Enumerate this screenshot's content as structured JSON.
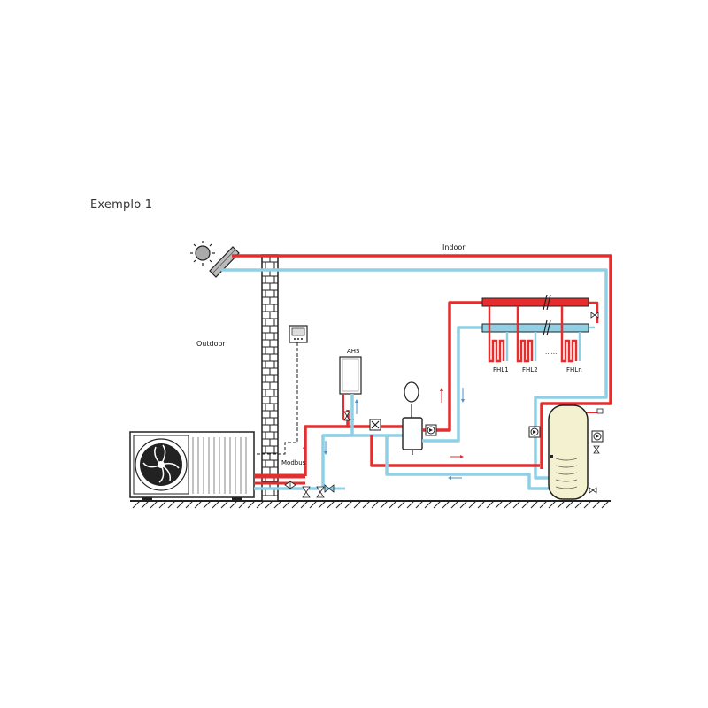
{
  "caption": "Exemplo 1",
  "labels": {
    "indoor": "Indoor",
    "outdoor": "Outdoor",
    "ahs": "AHS",
    "modbus": "Modbus",
    "fhl1": "FHL1",
    "fhl2": "FHL2",
    "fhln": "FHLn",
    "dots": "......"
  },
  "icons": [
    "sun-icon",
    "solar-panel-icon",
    "heat-pump-outdoor-unit",
    "thermostat-controller",
    "boiler-ahs",
    "expansion-vessel",
    "buffer-tank",
    "circulation-pump-icon",
    "dhw-tank",
    "floor-heating-loop",
    "valve-icon"
  ],
  "colors": {
    "hot": "#e52d2d",
    "cold": "#8fd0e6",
    "tank": "#f4f1d0",
    "brick": "#ffffff",
    "outline": "#222222"
  }
}
